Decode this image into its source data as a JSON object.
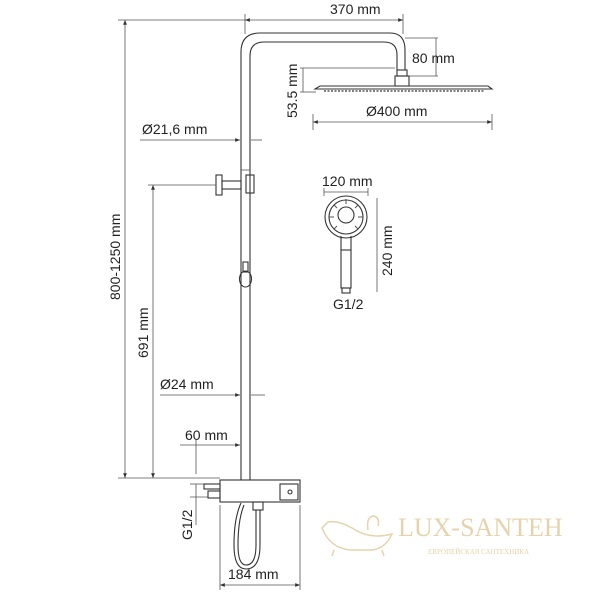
{
  "dimensions": {
    "arm_length": "370 mm",
    "arm_drop": "80 mm",
    "head_height": "53.5 mm",
    "head_diameter": "Ø400 mm",
    "pipe_upper_diameter": "Ø21,6 mm",
    "total_height": "800-1250 mm",
    "mixer_height": "691 mm",
    "pipe_lower_diameter": "Ø24 mm",
    "pipe_offset": "60 mm",
    "inlet_thread": "G1/2",
    "mixer_width": "184 mm",
    "hand_shower_diameter": "120 mm",
    "hand_shower_length": "240 mm",
    "hand_shower_thread": "G1/2"
  },
  "watermark": {
    "brand": "LUX-SANTEH",
    "tagline": "ЕВРОПЕЙСКАЯ САНТЕХНИКА",
    "color": "#e6d3ac"
  }
}
